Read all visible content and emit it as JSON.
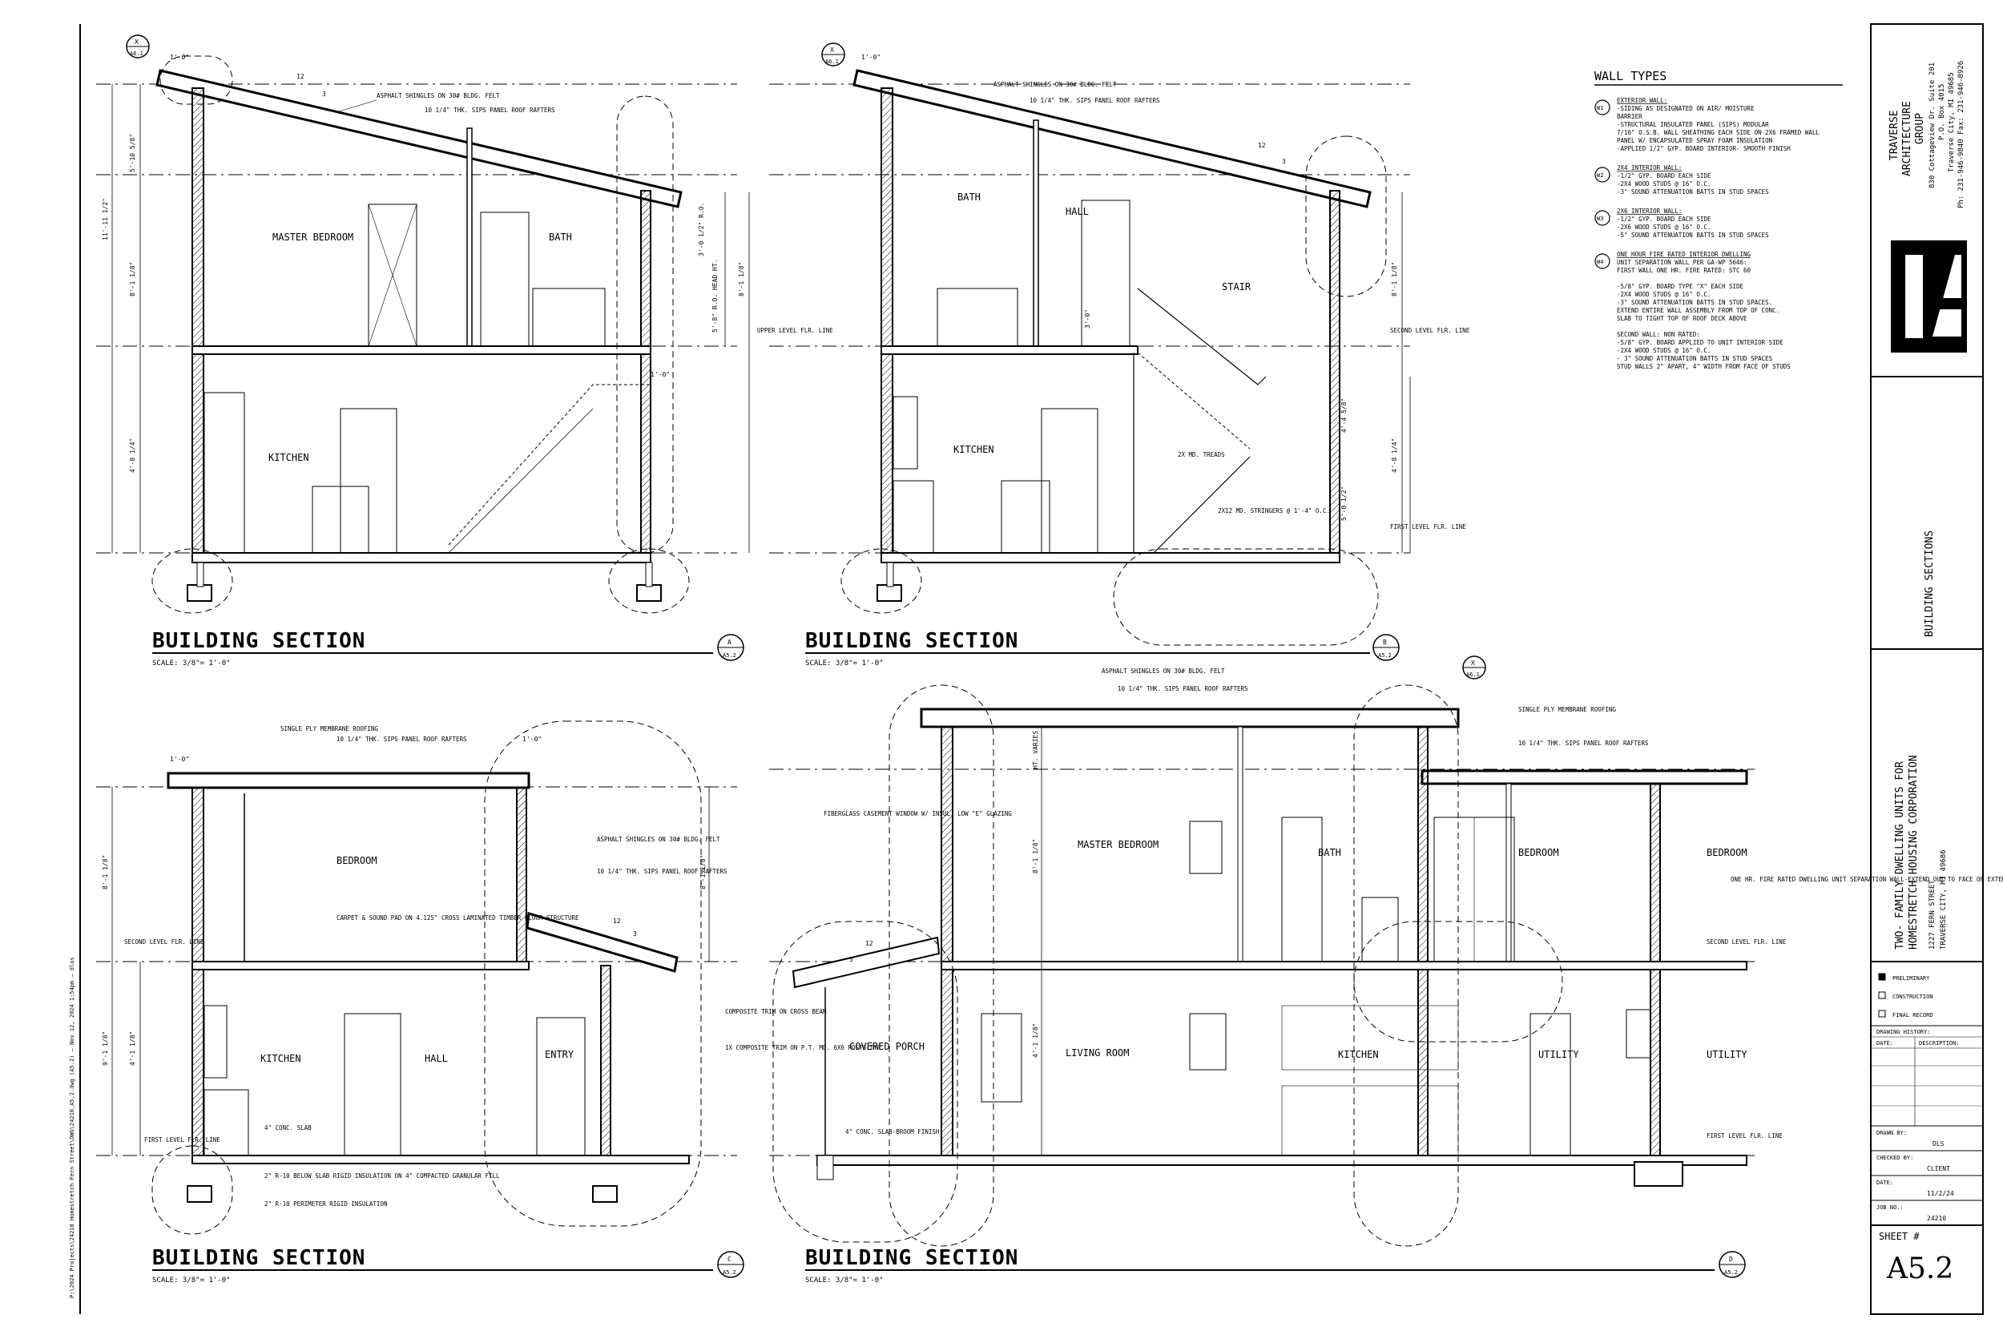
{
  "sections": [
    {
      "title": "BUILDING SECTION",
      "scale": "SCALE: 3/8\"= 1'-0\"",
      "marker_letter": "A",
      "marker_sheet": "A5.2",
      "rooms": [
        "MASTER BEDROOM",
        "BATH",
        "KITCHEN"
      ],
      "notes": [
        "ASPHALT SHINGLES ON 30# BLDG. FELT",
        "10 1/4\" THK. SIPS PANEL ROOF RAFTERS",
        "UPPER LEVEL FLR. LINE"
      ],
      "dims": [
        "1'-0\"",
        "5'-10 5/8\"",
        "11'-11 1/2\"",
        "8'-1 1/8\"",
        "4'-8 1/4\"",
        "3'-0 1/2\" R.O.",
        "8'-1 1/8\"",
        "5'-8\" R.O. HEAD HT.",
        "1'-0\"",
        "12",
        "3"
      ]
    },
    {
      "title": "BUILDING SECTION",
      "scale": "SCALE: 3/8\"= 1'-0\"",
      "marker_letter": "B",
      "marker_sheet": "A5.2",
      "rooms": [
        "BATH",
        "HALL",
        "STAIR",
        "KITCHEN"
      ],
      "notes": [
        "ASPHALT SHINGLES ON 30# BLDG. FELT",
        "10 1/4\" THK. SIPS PANEL ROOF RAFTERS",
        "SECOND LEVEL FLR. LINE",
        "FIRST LEVEL FLR. LINE",
        "2X MD. TREADS",
        "2X12 MD. STRINGERS @ 1'-4\" O.C."
      ],
      "dims": [
        "1'-0\"",
        "8'-1 1/8\"",
        "4'-4 5/8\"",
        "4'-8 1/4\"",
        "5'-0 1/2\"",
        "3'-0\"",
        "12",
        "3"
      ]
    },
    {
      "title": "BUILDING SECTION",
      "scale": "SCALE: 3/8\"= 1'-0\"",
      "marker_letter": "C",
      "marker_sheet": "A5.2",
      "rooms": [
        "BEDROOM",
        "KITCHEN",
        "HALL",
        "ENTRY"
      ],
      "notes": [
        "SINGLE PLY MEMBRANE ROOFING",
        "10 1/4\" THK. SIPS PANEL ROOF RAFTERS",
        "ASPHALT SHINGLES ON 30# BLDG. FELT",
        "10 1/4\" THK. SIPS PANEL ROOF RAFTERS",
        "CARPET & SOUND PAD ON 4.125\" CROSS LAMINATED TIMBER FLOOR STRUCTURE",
        "SECOND LEVEL FLR. LINE",
        "FIRST LEVEL FLR. LINE",
        "4\" CONC. SLAB",
        "2\" R-10 BELOW SLAB RIGID INSULATION ON 4\" COMPACTED GRANULAR FILL",
        "2\" R-10 PERIMETER RIGID INSULATION"
      ],
      "dims": [
        "1'-0\"",
        "1'-0\"",
        "8'-1 1/8\"",
        "9'-1 1/8\"",
        "8'-1 1/8\"",
        "4'-1 1/8\"",
        "12",
        "3"
      ]
    },
    {
      "title": "BUILDING SECTION",
      "scale": "SCALE: 3/8\"= 1'-0\"",
      "marker_letter": "D",
      "marker_sheet": "A5.2",
      "rooms": [
        "MASTER BEDROOM",
        "BATH",
        "BEDROOM",
        "BEDROOM",
        "LIVING ROOM",
        "KITCHEN",
        "UTILITY",
        "UTILITY",
        "COVERED PORCH"
      ],
      "notes": [
        "ASPHALT SHINGLES ON 30# BLDG. FELT",
        "10 1/4\" THK. SIPS PANEL ROOF RAFTERS",
        "SINGLE PLY MEMBRANE ROOFING",
        "10 1/4\" THK. SIPS PANEL ROOF RAFTERS",
        "FIBERGLASS CASEMENT WINDOW W/ INSUL. LOW \"E\" GLAZING",
        "COMPOSITE TRIM ON CROSS BEAM",
        "1X COMPOSITE TRIM ON P.T. MD. 6X6 POSTS-TYP.",
        "4\" CONC. SLAB-BROOM FINISH",
        "ONE HR. FIRE RATED DWELLING UNIT SEPARATION WALL-EXTEND OUT TO FACE OF EXTERIOR WALL TYP. BOTH ENDS",
        "SECOND LEVEL FLR. LINE",
        "FIRST LEVEL FLR. LINE"
      ],
      "dims": [
        "HT. VARIES",
        "8'-1 1/8\"",
        "4'-1 1/8\"",
        "12",
        "3"
      ]
    }
  ],
  "wall_types": {
    "heading": "WALL TYPES",
    "items": [
      {
        "tag": "W1",
        "lines": [
          "EXTERIOR WALL:",
          "-SIDING AS DESIGNATED ON AIR/ MOISTURE",
          "BARRIER",
          "-STRUCTURAL INSULATED PANEL (SIPS) MODULAR",
          "7/16\" O.S.B. WALL SHEATHING EACH SIDE ON 2X6 FRAMED WALL",
          "PANEL W/ ENCAPSULATED SPRAY FOAM INSULATION",
          "-APPLIED 1/2\" GYP. BOARD INTERIOR- SMOOTH FINISH"
        ]
      },
      {
        "tag": "W2",
        "lines": [
          "2X4 INTERIOR WALL:",
          "-1/2\" GYP. BOARD EACH SIDE",
          "-2X4 WOOD STUDS @ 16\" O.C.",
          "-3\" SOUND ATTENUATION BATTS IN STUD SPACES"
        ]
      },
      {
        "tag": "W3",
        "lines": [
          "2X6 INTERIOR WALL:",
          "-1/2\" GYP. BOARD EACH SIDE",
          "-2X6 WOOD STUDS @ 16\" O.C.",
          "-5\" SOUND ATTENUATION BATTS IN STUD SPACES"
        ]
      },
      {
        "tag": "W4",
        "lines": [
          "ONE HOUR FIRE RATED INTERIOR DWELLING",
          "UNIT SEPARATION WALL PER GA-WP 5646:",
          "FIRST WALL ONE HR. FIRE RATED: STC 60",
          "",
          "-5/8\" GYP. BOARD TYPE \"X\" EACH SIDE",
          "-2X4 WOOD STUDS @ 16\" O.C.",
          "-3\" SOUND ATTENUATION BATTS IN STUD SPACES.",
          "EXTEND ENTIRE WALL ASSEMBLY FROM TOP OF CONC.",
          "SLAB TO TIGHT TOP OF ROOF DECK ABOVE",
          "",
          "SECOND WALL: NON RATED:",
          "-5/8\" GYP. BOARD APPLIED TO UNIT INTERIOR SIDE",
          "-2X4 WOOD STUDS @ 16\" O.C.",
          "- 3\" SOUND ATTENUATION BATTS IN STUD SPACES",
          "STUD WALLS 2\" APART, 4\" WIDTH FROM FACE OF STUDS"
        ]
      }
    ]
  },
  "title_block": {
    "firm_name_1": "TRAVERSE",
    "firm_name_2": "ARCHITECTURE",
    "firm_name_3": "GROUP",
    "address_1": "830 Cottageview Dr. Suite 201",
    "address_2": "P.O. Box 4015",
    "address_3": "Traverse City, MI 49685",
    "phone": "Ph: 231-946-9840 Fax: 231-946-8926",
    "sheet_title": "BUILDING SECTIONS",
    "project_1": "TWO- FAMILY DWELLING UNITS FOR",
    "project_2": "HOMESTRETCH HOUSING CORPORATION",
    "project_3": "1227 FERN STREET",
    "project_4": "TRAVERSE CITY, MI 49686",
    "status_1": "PRELIMINARY",
    "status_2": "CONSTRUCTION",
    "status_3": "FINAL RECORD",
    "history_label": "DRAWING HISTORY:",
    "date_col": "DATE:",
    "desc_col": "DESCRIPTION:",
    "drawn_label": "DRAWN BY:",
    "drawn_value": "DLS",
    "checked_label": "CHECKED BY:",
    "checked_value": "CLIENT",
    "date_label": "DATE:",
    "date_value": "11/2/24",
    "job_label": "JOB NO.:",
    "job_value": "24210",
    "sheet_label": "SHEET #",
    "sheet_value": "A5.2"
  },
  "grid_marker": {
    "letter": "X",
    "sheet": "A6.1"
  },
  "margin_path": "P:\\2024 Projects\\24210 Homestretch Fern Street\\DWG\\24210_A5.2.dwg (A5.2) — Nov 12, 2024 1:54pm — dlos"
}
